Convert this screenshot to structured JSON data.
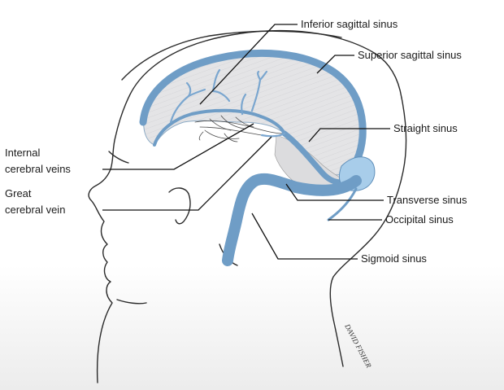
{
  "labels": {
    "inferior_sagittal_sinus": "Inferior sagittal sinus",
    "superior_sagittal_sinus": "Superior sagittal sinus",
    "straight_sinus": "Straight sinus",
    "internal_cerebral_veins_line1": "Internal",
    "internal_cerebral_veins_line2": "cerebral veins",
    "great_cerebral_vein_line1": "Great",
    "great_cerebral_vein_line2": "cerebral vein",
    "transverse_sinus": "Transverse sinus",
    "occipital_sinus": "Occipital sinus",
    "sigmoid_sinus": "Sigmoid sinus"
  },
  "signature": "DAVID FISHER",
  "colors": {
    "sinus_blue": "#a8cdea",
    "sinus_stroke": "#6f9dc6",
    "falx_gray": "#e4e4e6",
    "ink": "#1a1a1a"
  }
}
